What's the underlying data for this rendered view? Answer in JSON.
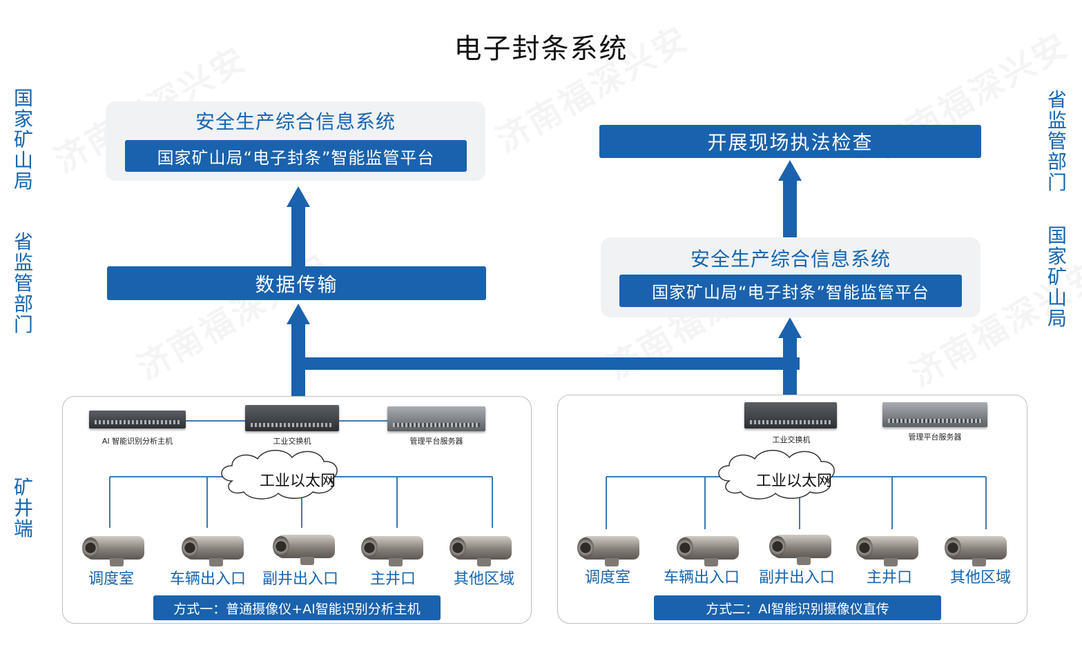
{
  "title": "电子封条系统",
  "watermark": "济南福深兴安",
  "side_labels": {
    "left_top": "国家矿山局",
    "left_mid": "省监管部门",
    "left_bottom": "矿井端",
    "right_top": "省监管部门",
    "right_mid": "国家矿山局"
  },
  "left_flow": {
    "panel_heading": "安全生产综合信息系统",
    "panel_bar": "国家矿山局“电子封条”智能监管平台",
    "transfer_bar": "数据传输"
  },
  "right_flow": {
    "top_bar": "开展现场执法检查",
    "panel_heading": "安全生产综合信息系统",
    "panel_bar": "国家矿山局“电子封条”智能监管平台"
  },
  "site1": {
    "devices": [
      "AI 智能识别分析主机",
      "工业交换机",
      "管理平台服务器"
    ],
    "network": "工业以太网",
    "cameras": [
      "调度室",
      "车辆出入口",
      "副井出入口",
      "主井口",
      "其他区域"
    ],
    "method": "方式一：普通摄像仪+AI智能识别分析主机"
  },
  "site2": {
    "devices": [
      "工业交换机",
      "管理平台服务器"
    ],
    "network": "工业以太网",
    "cameras": [
      "调度室",
      "车辆出入口",
      "副井出入口",
      "主井口",
      "其他区域"
    ],
    "method": "方式二：AI智能识别摄像仪直传"
  },
  "colors": {
    "accent_blue": "#1a62ad",
    "label_blue": "#1565b0",
    "panel_bg": "#f0f2f4"
  }
}
